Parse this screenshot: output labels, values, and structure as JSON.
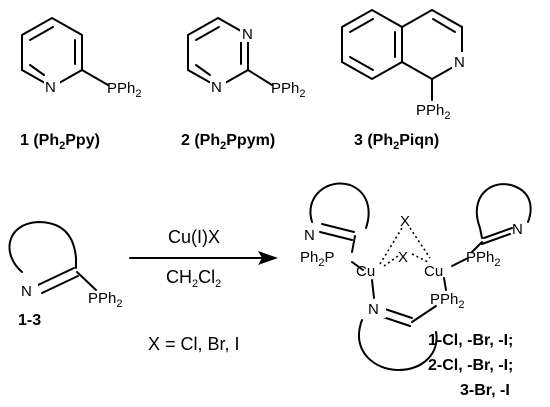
{
  "structures": {
    "s1": {
      "n": "N",
      "p": "PPh",
      "p_sub": "2"
    },
    "s2": {
      "n_top": "N",
      "n_bot": "N",
      "p": "PPh",
      "p_sub": "2"
    },
    "s3": {
      "n": "N",
      "p": "PPh",
      "p_sub": "2"
    }
  },
  "labels": {
    "c1": {
      "num": "1",
      "open": " (Ph",
      "sub": "2",
      "rest": "Ppy)"
    },
    "c2": {
      "num": "2",
      "open": " (Ph",
      "sub": "2",
      "rest": "Ppym)"
    },
    "c3": {
      "num": "3",
      "open": " (Ph",
      "sub": "2",
      "rest": "Piqn)"
    }
  },
  "generic": {
    "n": "N",
    "p": "PPh",
    "p_sub": "2",
    "label": "1-3"
  },
  "reaction": {
    "reagent": "Cu(I)X",
    "solvent_main": "CH",
    "solvent_sub1": "2",
    "solvent_cl": "Cl",
    "solvent_sub2": "2",
    "condition": "X = Cl, Br, I"
  },
  "product": {
    "cu_left": "Cu",
    "cu_right": "Cu",
    "x_top": "X",
    "x_mid": "X",
    "p_left_main": "Ph",
    "p_left_sub": "2",
    "p_left_p": "P",
    "p_right": "PPh",
    "p_right_sub": "2",
    "p_bottom": "PPh",
    "p_bottom_sub": "2",
    "n_left_top": "N",
    "n_right_top": "N",
    "n_bottom": "N",
    "labels": [
      "1-Cl, -Br, -I;",
      "2-Cl, -Br, -I;",
      "3-Br, -I"
    ]
  }
}
